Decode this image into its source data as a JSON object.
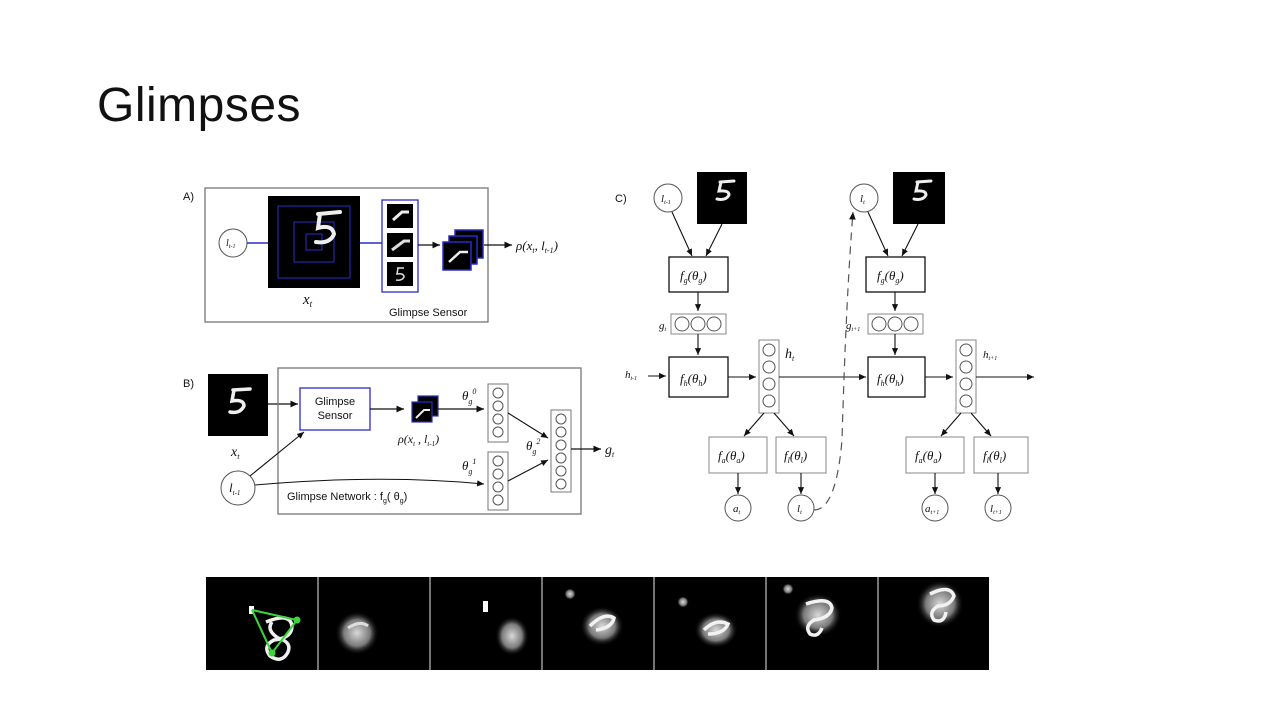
{
  "slide": {
    "title": "Glimpses"
  },
  "panel_a": {
    "label": "A)",
    "loc_prev": "l",
    "loc_prev_sub": "t-1",
    "image_label": "x",
    "image_sub": "t",
    "rho_output": "ρ(x",
    "rho_output_sub1": "t",
    "rho_output_mid": ", l",
    "rho_output_sub2": "t-1",
    "rho_output_end": ")",
    "caption": "Glimpse Sensor"
  },
  "panel_b": {
    "label": "B)",
    "image_label": "x",
    "image_sub": "t",
    "sensor_line1": "Glimpse",
    "sensor_line2": "Sensor",
    "rho": "ρ(x",
    "rho_sub1": "t",
    "rho_mid": " , l",
    "rho_sub2": "t-1",
    "rho_end": ")",
    "theta0": "θ",
    "theta0_sub": "g",
    "theta0_sup": "0",
    "theta1": "θ",
    "theta1_sub": "g",
    "theta1_sup": "1",
    "theta2": "θ",
    "theta2_sub": "g",
    "theta2_sup": "2",
    "output": "g",
    "output_sub": "t",
    "loc": "l",
    "loc_sub": "t-1",
    "caption": "Glimpse Network : f",
    "caption_sub": "g",
    "caption_end": "( θ",
    "caption_end_sub": "g",
    "caption_close": ")"
  },
  "panel_c": {
    "label": "C)",
    "loc_in_1": "l",
    "loc_in_1_sub": "t-1",
    "loc_in_2": "l",
    "loc_in_2_sub": "t",
    "fg": "f",
    "fg_sub": "g",
    "fg_arg": "(θ",
    "fg_arg_sub": "g",
    "fg_close": ")",
    "g1": "g",
    "g1_sub": "t",
    "g2": "g",
    "g2_sub": "t+1",
    "fh": "f",
    "fh_sub": "h",
    "fh_arg": "(θ",
    "fh_arg_sub": "h",
    "fh_close": ")",
    "h_prev": "h",
    "h_prev_sub": "t-1",
    "h_t": "h",
    "h_t_sub": "t",
    "h_next": "h",
    "h_next_sub": "t+1",
    "fa": "f",
    "fa_sub": "a",
    "fa_arg": "(θ",
    "fa_arg_sub": "a",
    "fa_close": ")",
    "fl": "f",
    "fl_sub": "l",
    "fl_arg": "(θ",
    "fl_arg_sub": "l",
    "fl_close": ")",
    "a1": "a",
    "a1_sub": "t",
    "l1": "l",
    "l1_sub": "t",
    "a2": "a",
    "a2_sub": "t+1",
    "l2": "l",
    "l2_sub": "t+1"
  },
  "strip": {
    "frame_count": 7
  },
  "colors": {
    "sensor_blue": "#2b2bc8",
    "track_green": "#3ad63a",
    "frame_bg": "#000000"
  }
}
